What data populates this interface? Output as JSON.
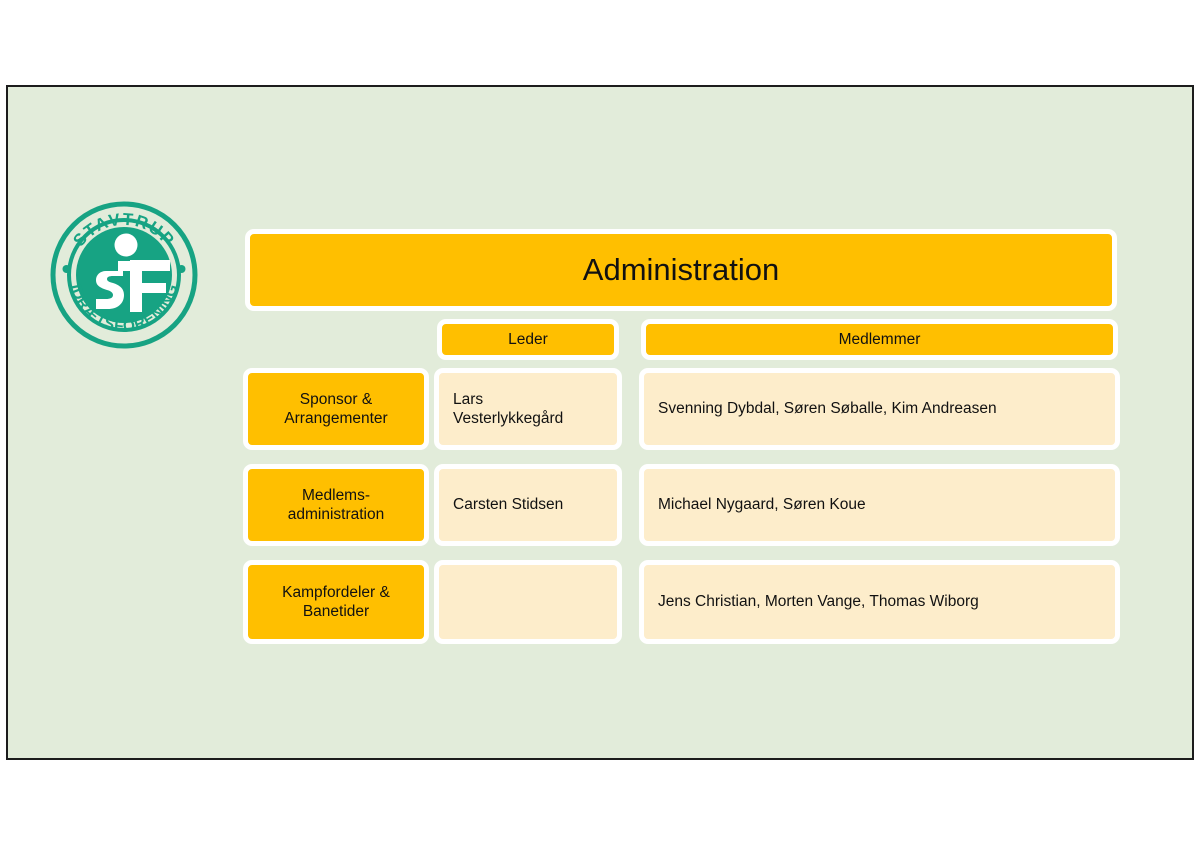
{
  "slide": {
    "background_color": "#e2ecda",
    "border_color": "#1c1c1c",
    "accent_yellow": "#ffbf00",
    "accent_cream": "#fdedcb",
    "logo_green": "#17a383"
  },
  "logo": {
    "name": "stavtrup-idraetsforening-logo",
    "top_text": "STAVTRUP",
    "bottom_text": "IDRÆTSFORENING",
    "monogram": "SIF"
  },
  "title": "Administration",
  "headers": {
    "category": "",
    "leader": "Leder",
    "members": "Medlemmer"
  },
  "rows": [
    {
      "category": "Sponsor &\nArrangementer",
      "leader": "Lars\nVesterlykkegård",
      "members": "Svenning Dybdal, Søren Søballe, Kim Andreasen"
    },
    {
      "category": "Medlems-\nadministration",
      "leader": "Carsten Stidsen",
      "members": "Michael Nygaard, Søren Koue"
    },
    {
      "category": "Kampfordeler &\nBanetider",
      "leader": "",
      "members": "Jens Christian, Morten Vange, Thomas Wiborg"
    }
  ]
}
